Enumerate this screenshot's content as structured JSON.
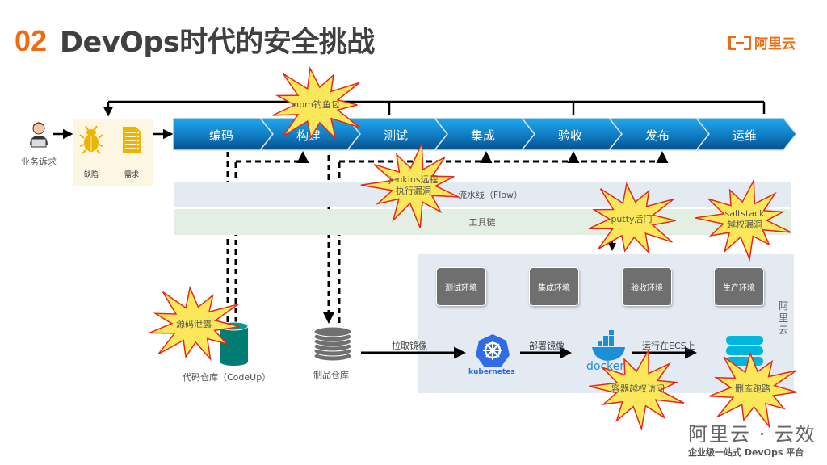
{
  "header": {
    "section_number": "02",
    "title": "DevOps时代的安全挑战",
    "logo_text": "阿里云"
  },
  "input": {
    "user_label": "业务诉求",
    "items": [
      {
        "icon": "bug-icon",
        "label": "缺陷"
      },
      {
        "icon": "document-list-icon",
        "label": "需求"
      }
    ]
  },
  "pipeline": {
    "stages": [
      "编码",
      "构建",
      "测试",
      "集成",
      "验收",
      "发布",
      "运维"
    ],
    "colors": {
      "stage_top": "#1a9be0",
      "stage_bottom": "#065a95"
    }
  },
  "bands": {
    "flow": "流水线（Flow）",
    "toolchain": "工具链"
  },
  "aliyun": {
    "label": "阿里云",
    "environments": [
      "测试环境",
      "集成环境",
      "验收环境",
      "生产环境"
    ]
  },
  "repos": {
    "code": "代码仓库（CodeUp）",
    "artifact": "制品仓库"
  },
  "deploy_flow": {
    "pull_image": "拉取镜像",
    "kubernetes": "kubernetes",
    "deploy_image": "部署镜像",
    "docker": "docker",
    "run_on_ecs": "运行在ECS上"
  },
  "threats": [
    {
      "id": "npm",
      "text": "npm钓鱼包"
    },
    {
      "id": "jenkins",
      "text": "jenkins远程\n执行漏洞"
    },
    {
      "id": "putty",
      "text": "putty后门"
    },
    {
      "id": "saltstack",
      "text": "saltstack\n越权漏洞"
    },
    {
      "id": "source-leak",
      "text": "源码泄露"
    },
    {
      "id": "container",
      "text": "容器越权访问"
    },
    {
      "id": "db-delete",
      "text": "删库跑路"
    }
  ],
  "footer": {
    "brand": "阿里云 · 云效",
    "tagline": "企业级一站式 DevOps 平台"
  },
  "colors": {
    "accent": "#f26a10",
    "burst_fill": "#fbe85a",
    "burst_stroke": "#e8261b",
    "flow_band": "#e3eaf2",
    "tool_band": "#e3efe3",
    "env_box": "#6f6f6f"
  }
}
